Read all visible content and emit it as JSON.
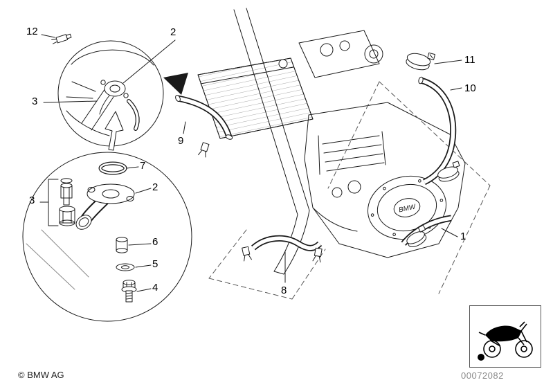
{
  "diagram": {
    "description": "Exploded parts drawing of engine cooling system hoses and thermostat housing",
    "engine_logo": "BMW",
    "callouts": [
      {
        "id": "callout-12",
        "label": "12"
      },
      {
        "id": "callout-2-top",
        "label": "2"
      },
      {
        "id": "callout-3-top",
        "label": "3"
      },
      {
        "id": "callout-7",
        "label": "7"
      },
      {
        "id": "callout-2-lower",
        "label": "2"
      },
      {
        "id": "callout-3-lower",
        "label": "3"
      },
      {
        "id": "callout-6",
        "label": "6"
      },
      {
        "id": "callout-5",
        "label": "5"
      },
      {
        "id": "callout-4",
        "label": "4"
      },
      {
        "id": "callout-9",
        "label": "9"
      },
      {
        "id": "callout-8",
        "label": "8"
      },
      {
        "id": "callout-11",
        "label": "11"
      },
      {
        "id": "callout-10",
        "label": "10"
      },
      {
        "id": "callout-1",
        "label": "1"
      }
    ],
    "icons": {
      "vehicle": "motorcycle-icon",
      "selection_marker": "black-dot"
    },
    "colors": {
      "line": "#1a1a1a",
      "background": "#ffffff",
      "part_number_text": "#8a8a8a"
    }
  },
  "footer": {
    "copyright": "© BMW AG",
    "diagram_number": "00072082"
  }
}
